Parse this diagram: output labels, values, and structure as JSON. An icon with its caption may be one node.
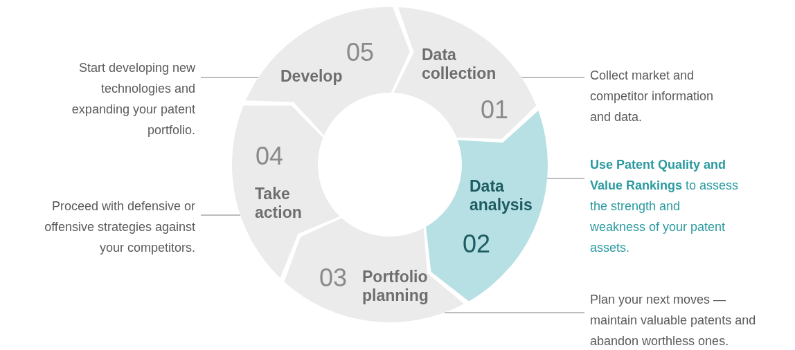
{
  "diagram": {
    "nodes": [
      {
        "text": [
          "Data collection",
          "01"
        ]
      },
      {
        "text": [
          "Data analysis",
          "02"
        ]
      },
      {
        "text": [
          "03",
          "Portfolio planning"
        ]
      },
      {
        "text": [
          "04",
          "Take action"
        ]
      },
      {
        "text": [
          "05",
          "Develop"
        ]
      },
      {
        "text": [
          "Start developing new technologies and expanding your patent portfolio."
        ]
      },
      {
        "text": [
          "Collect market and competitor information and data."
        ]
      },
      {
        "text": [
          "**Use Patent Quality and Value Rankings** to assess the strength and weakness of your patent assets."
        ]
      },
      {
        "text": [
          "Proceed with defensive or offensive strategies against your competitors."
        ]
      },
      {
        "text": [
          "Plan your next moves — maintain valuable patents and abandon worthless ones."
        ]
      }
    ],
    "edges": [
      {
        "from": 5,
        "to": 4,
        "arrow": "none"
      },
      {
        "from": 6,
        "to": 0,
        "arrow": "none"
      },
      {
        "from": 7,
        "to": 1,
        "arrow": "none"
      },
      {
        "from": 8,
        "to": 3,
        "arrow": "none"
      },
      {
        "from": 9,
        "to": 2,
        "arrow": "none"
      }
    ]
  }
}
